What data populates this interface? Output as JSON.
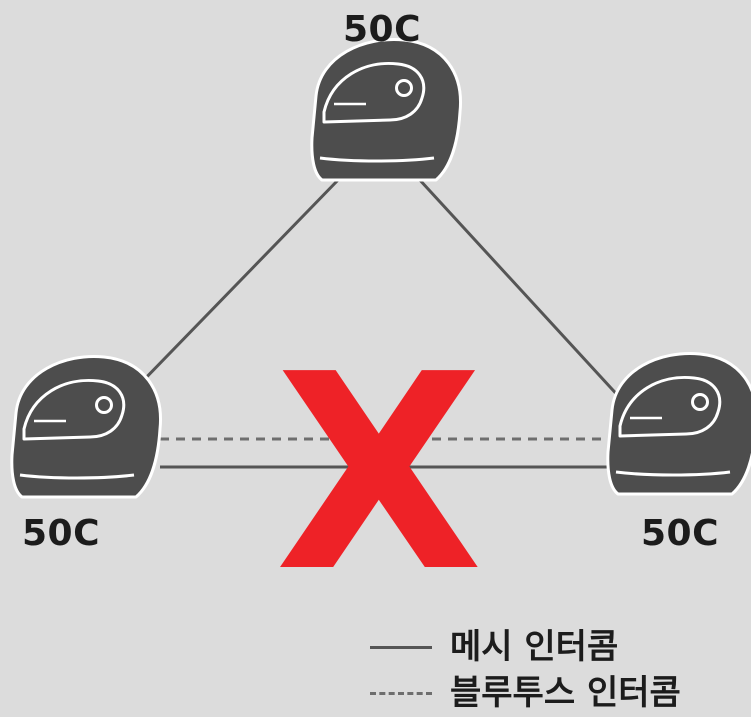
{
  "nodes": [
    {
      "label": "50C",
      "icon": "helmet-icon"
    },
    {
      "label": "50C",
      "icon": "helmet-icon"
    },
    {
      "label": "50C",
      "icon": "helmet-icon"
    }
  ],
  "connections": [
    {
      "from": "top",
      "to": "left",
      "type": "mesh"
    },
    {
      "from": "top",
      "to": "right",
      "type": "mesh"
    },
    {
      "from": "left",
      "to": "right",
      "type": "mesh"
    },
    {
      "from": "left",
      "to": "right",
      "type": "bluetooth",
      "status": "blocked"
    }
  ],
  "blocked_mark": {
    "glyph": "X",
    "color": "#ee2227"
  },
  "legend": {
    "mesh_label": "메시 인터콤",
    "bluetooth_label": "블루투스 인터콤"
  },
  "colors": {
    "background": "#dcdcdc",
    "helmet": "#4d4d4d",
    "line": "#555555",
    "x_mark": "#ee2227"
  }
}
